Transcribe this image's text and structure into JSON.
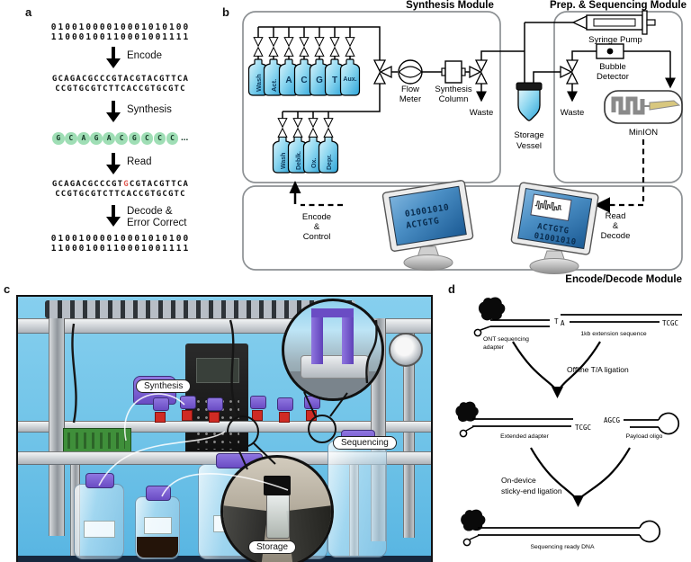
{
  "colors": {
    "bottle_blue": "#2da4d8",
    "bead_green": "#9fdeb5",
    "error_red": "#e05a52",
    "screen_blue": "#1b5a94",
    "minion_gold": "#d8c77e",
    "photo_blue": "#6fc3e8",
    "cap_purple": "#6a4cc4",
    "module_border": "#8d9194"
  },
  "panel_a": {
    "letter": "a",
    "binary_top_1": "01001000010001010100",
    "binary_top_2": "11000100110001001111",
    "step_encode": "Encode",
    "dna_1": "GCAGACGCCCGTACGTACGTTCA",
    "dna_2": "CCGTGCGTCTTCACCGTGCGTC",
    "step_synthesis": "Synthesis",
    "beads": [
      "G",
      "C",
      "A",
      "G",
      "A",
      "C",
      "G",
      "C",
      "C",
      "C"
    ],
    "beads_ellipsis": "...",
    "step_read": "Read",
    "read_prefix": "GCAGACGCCCGT",
    "read_error": "G",
    "read_suffix": "CGTACGTTCA",
    "read_line2": "CCGTGCGTCTTCACCGTGCGTC",
    "step_decode_1": "Decode &",
    "step_decode_2": "Error Correct",
    "binary_bottom_1": "01001000010001010100",
    "binary_bottom_2": "11000100110001001111"
  },
  "panel_b": {
    "letter": "b",
    "title_synthesis": "Synthesis Module",
    "title_prep": "Prep. & Sequencing Module",
    "title_encode_decode": "Encode/Decode Module",
    "reagents": [
      "Wash",
      "Act.",
      "A",
      "C",
      "G",
      "T",
      "Aux."
    ],
    "chemicals": [
      "Wash",
      "Deblk.",
      "Ox.",
      "Depr."
    ],
    "flow_meter_1": "Flow",
    "flow_meter_2": "Meter",
    "column_1": "Synthesis",
    "column_2": "Column",
    "waste_left": "Waste",
    "waste_right": "Waste",
    "storage_1": "Storage",
    "storage_2": "Vessel",
    "syringe_pump": "Syringe Pump",
    "bubble_1": "Bubble",
    "bubble_2": "Detector",
    "minion": "MinION",
    "encode_1": "Encode",
    "encode_2": "&",
    "encode_3": "Control",
    "read_1": "Read",
    "read_2": "&",
    "read_3": "Decode",
    "monitor_left_1": "01001010",
    "monitor_left_2": "ACTGTG",
    "monitor_right_1": "ACTGTG",
    "monitor_right_2": "01001010"
  },
  "panel_c": {
    "letter": "c",
    "label_synthesis": "Synthesis",
    "label_sequencing": "Sequencing",
    "label_storage": "Storage"
  },
  "panel_d": {
    "letter": "d",
    "t_overhang": "T",
    "a_overhang": "A",
    "adapter_label_1": "ONT sequencing",
    "adapter_label_2": "adapter",
    "extension_label": "1kb extension sequence",
    "tcgc_top": "TCGC",
    "offline_ligation": "Offline T/A ligation",
    "extended_adapter": "Extended adapter",
    "tcgc_mid": "TCGC",
    "agcg": "AGCG",
    "payload_oligo": "Payload oligo",
    "ondevice_1": "On-device",
    "ondevice_2": "sticky-end ligation",
    "seq_ready": "Sequencing ready DNA"
  }
}
